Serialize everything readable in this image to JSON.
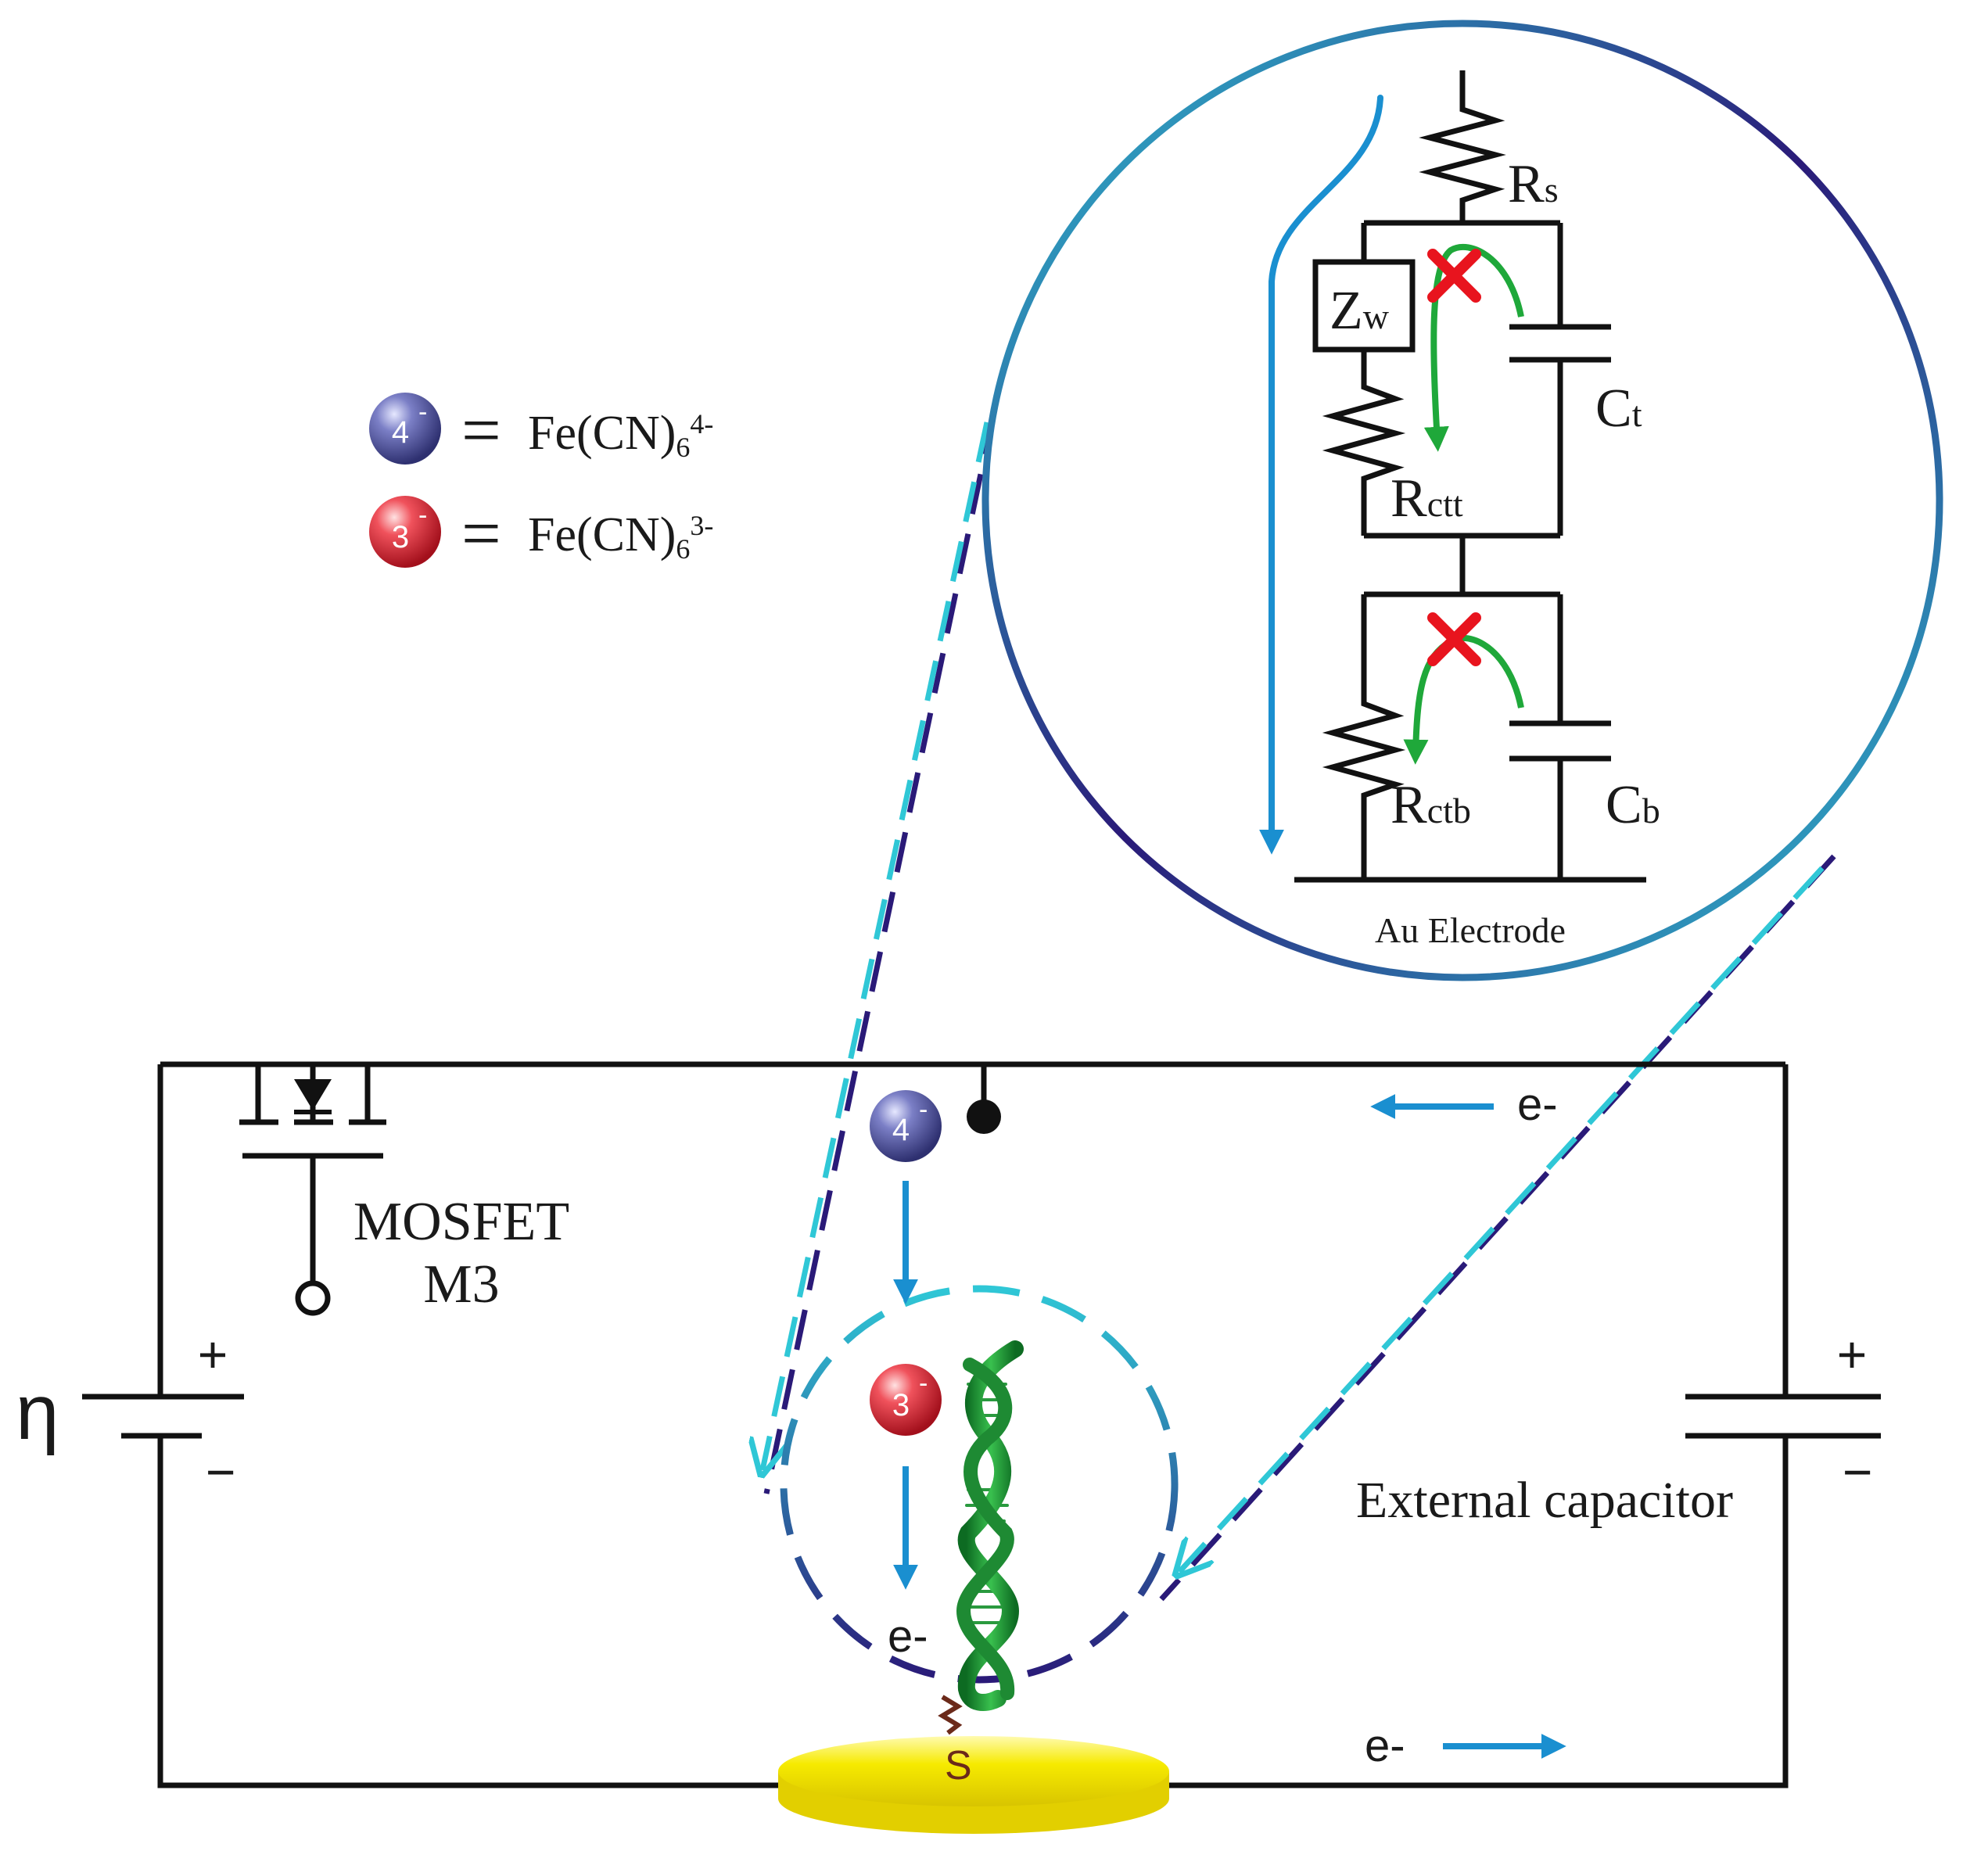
{
  "legend": {
    "ion4": {
      "symbol": "4",
      "charge": "-",
      "equals": "=",
      "formula": "Fe(CN)",
      "sub": "6",
      "sup": "4-"
    },
    "ion3": {
      "symbol": "3",
      "charge": "-",
      "equals": "=",
      "formula": "Fe(CN)",
      "sub": "6",
      "sup": "3-"
    }
  },
  "inset": {
    "rs": {
      "main": "R",
      "sub": "s"
    },
    "zw": {
      "main": "Z",
      "sub": "w"
    },
    "ct": {
      "main": "C",
      "sub": "t"
    },
    "rctt": {
      "main": "R",
      "sub": "ctt"
    },
    "rctb": {
      "main": "R",
      "sub": "ctb"
    },
    "cb": {
      "main": "C",
      "sub": "b"
    },
    "electrode": "Au Electrode"
  },
  "circuit": {
    "mosfet_line1": "MOSFET",
    "mosfet_line2": "M3",
    "eta": "η",
    "battery_plus": "+",
    "battery_minus": "−",
    "cap_plus": "+",
    "cap_minus": "−",
    "capacitor_label": "External capacitor",
    "electron_top": "e-",
    "electron_bottom": "e-",
    "electron_dna": "e-",
    "ion_top": {
      "symbol": "4",
      "charge": "-"
    },
    "ion_mid": {
      "symbol": "3",
      "charge": "-"
    },
    "thiol": "S"
  },
  "colors": {
    "wire": "#111111",
    "arrow_blue": "#1a8fd0",
    "cyan": "#2fc7d6",
    "indigo": "#2a1a78",
    "green": "#1fa83a",
    "red_x": "#e8141e",
    "gold": "#f2e200",
    "ion4": "#4c4f99",
    "ion3": "#e0303e"
  }
}
